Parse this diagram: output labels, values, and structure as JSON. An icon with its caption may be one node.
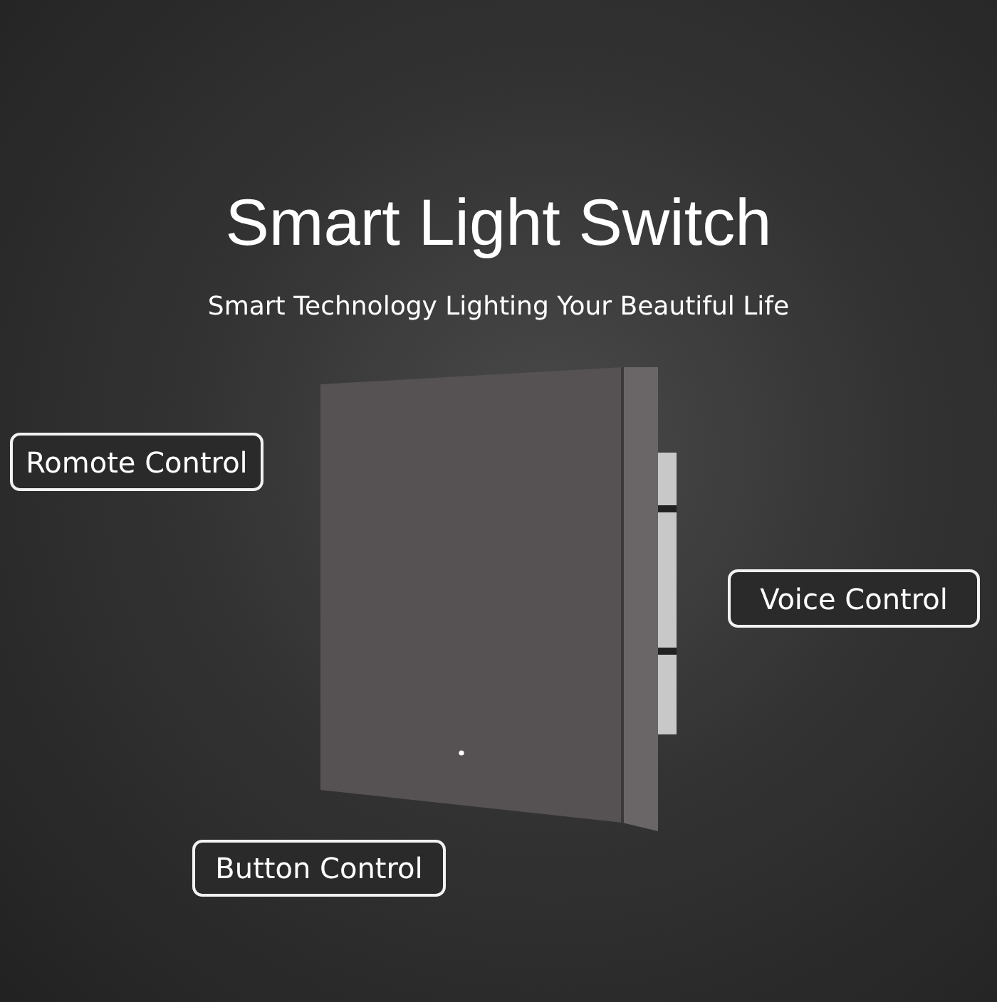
{
  "diagram": {
    "title": "Smart Light Switch",
    "nodes": [
      {
        "text": [
          "Romote Control"
        ]
      },
      {
        "text": [
          "Voice Control"
        ]
      },
      {
        "text": [
          "Button Control"
        ]
      }
    ],
    "labels": [
      "Smart Technology Lighting Your Beautiful Life"
    ]
  }
}
